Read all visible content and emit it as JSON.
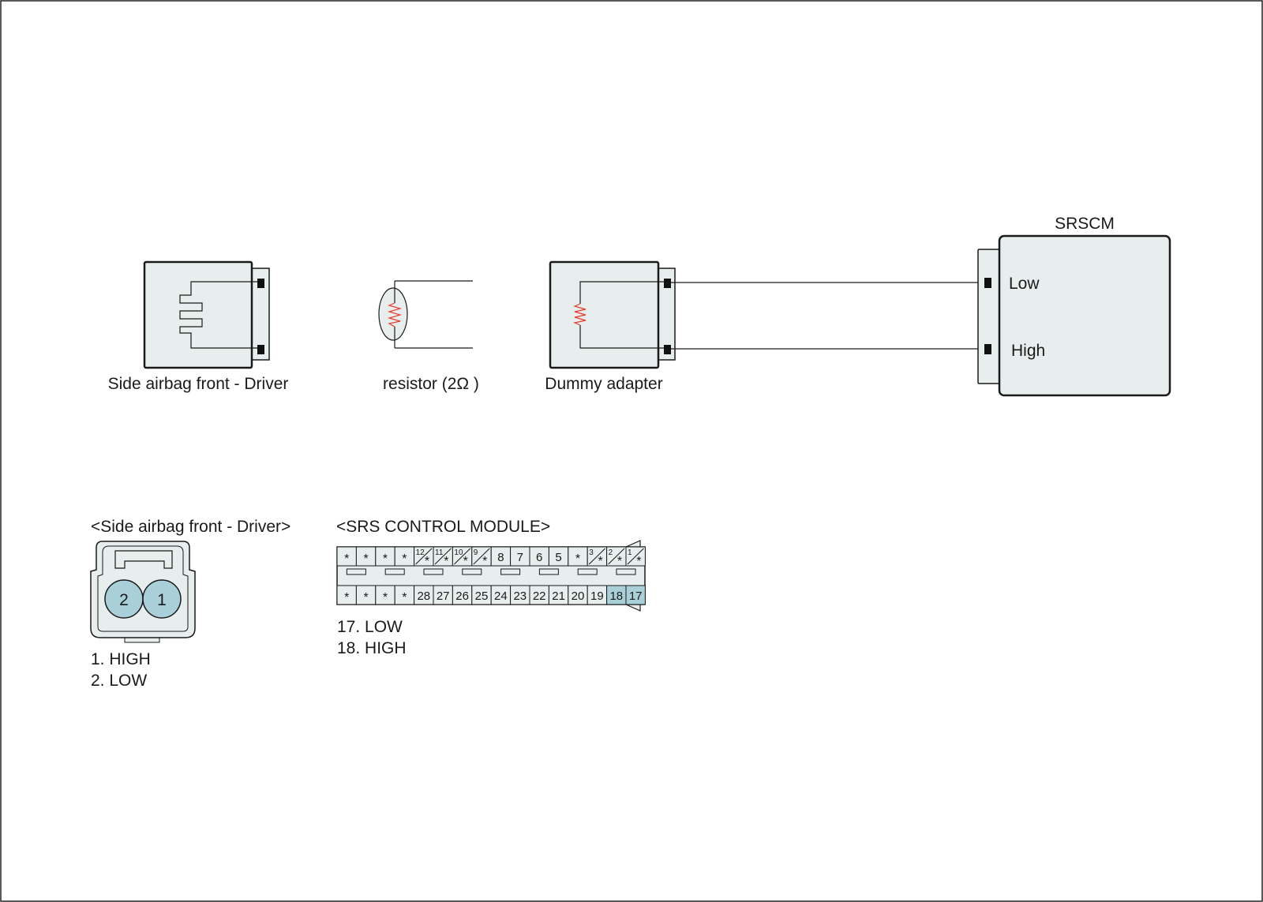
{
  "colors": {
    "body_fill": "#e8eeee",
    "pin_highlight": "#a9d0d9",
    "resistor": "#e53b2c",
    "line": "#1a1a1a"
  },
  "top_diagram": {
    "side_airbag_label": "Side airbag front - Driver",
    "resistor_label": "resistor (2Ω )",
    "dummy_adapter_label": "Dummy adapter",
    "srscm_title": "SRSCM",
    "srscm_low": "Low",
    "srscm_high": "High"
  },
  "side_airbag_connector": {
    "title": "<Side airbag front - Driver>",
    "pins": [
      "2",
      "1"
    ],
    "legend": [
      "1. HIGH",
      "2. LOW"
    ]
  },
  "srs_connector": {
    "title": "<SRS CONTROL MODULE>",
    "star": "*",
    "top_row": [
      "*",
      "*",
      "*",
      "*",
      "12",
      "11",
      "10",
      "9",
      "8",
      "7",
      "6",
      "5",
      "*",
      "3",
      "2",
      "1"
    ],
    "bottom_row": [
      "*",
      "*",
      "*",
      "*",
      "28",
      "27",
      "26",
      "25",
      "24",
      "23",
      "22",
      "21",
      "20",
      "19",
      "18",
      "17"
    ],
    "highlighted": [
      "18",
      "17"
    ],
    "split_pins": [
      "12",
      "11",
      "10",
      "9",
      "3",
      "2",
      "1"
    ],
    "legend": [
      "17. LOW",
      "18. HIGH"
    ]
  }
}
